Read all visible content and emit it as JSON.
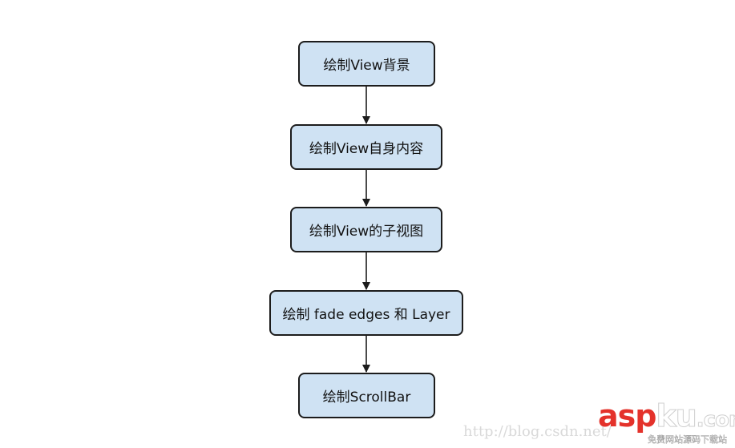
{
  "flowchart": {
    "nodes": [
      {
        "id": "n1",
        "label": "绘制View背景"
      },
      {
        "id": "n2",
        "label": "绘制View自身内容"
      },
      {
        "id": "n3",
        "label": "绘制View的子视图"
      },
      {
        "id": "n4",
        "label": "绘制 fade edges 和 Layer"
      },
      {
        "id": "n5",
        "label": "绘制ScrollBar"
      }
    ],
    "edges": [
      {
        "from": "n1",
        "to": "n2"
      },
      {
        "from": "n2",
        "to": "n3"
      },
      {
        "from": "n3",
        "to": "n4"
      },
      {
        "from": "n4",
        "to": "n5"
      }
    ],
    "colors": {
      "node_fill": "#cfe2f3",
      "node_border": "#1c1c1c",
      "arrow": "#1c1c1c"
    }
  },
  "watermark": {
    "url": "http://blog.csdn.net/",
    "logo_asp": "asp",
    "logo_ku": "ku",
    "logo_com": ".com",
    "logo_sub": "免费网站源码下载站"
  }
}
